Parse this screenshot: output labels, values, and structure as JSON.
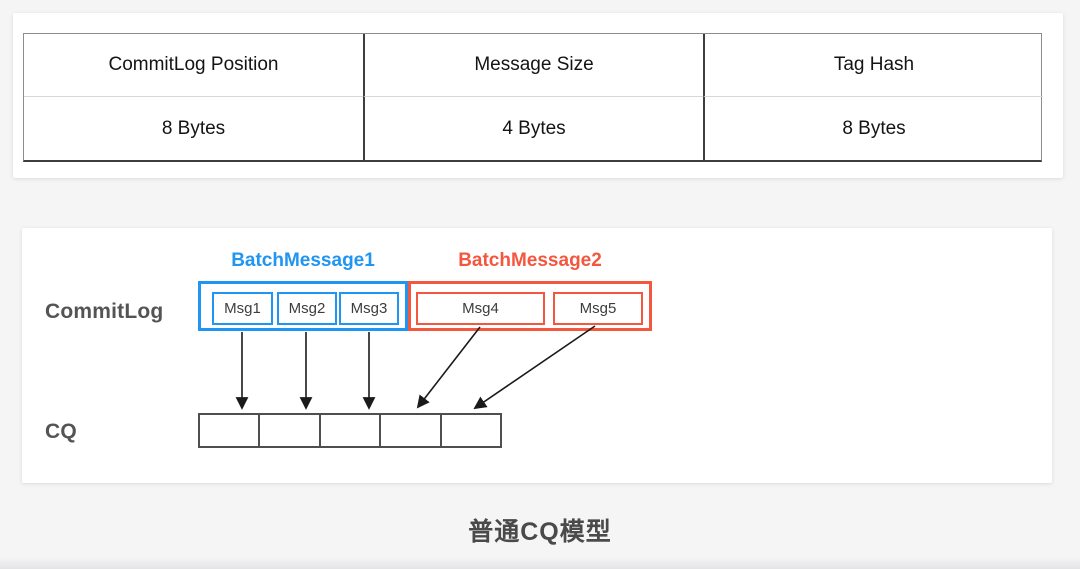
{
  "record_table": {
    "columns": [
      {
        "header": "CommitLog Position",
        "value": "8 Bytes"
      },
      {
        "header": "Message Size",
        "value": "4 Bytes"
      },
      {
        "header": "Tag Hash",
        "value": "8 Bytes"
      }
    ]
  },
  "diagram": {
    "commitlog_label": "CommitLog",
    "cq_label": "CQ",
    "batches": [
      {
        "label": "BatchMessage1",
        "color": "#2095f2",
        "messages": [
          "Msg1",
          "Msg2",
          "Msg3"
        ]
      },
      {
        "label": "BatchMessage2",
        "color": "#f4573e",
        "messages": [
          "Msg4",
          "Msg5"
        ]
      }
    ],
    "cq_slot_count": 5
  },
  "caption": "普通CQ模型",
  "colors": {
    "batch1_blue": "#2095f2",
    "batch2_red": "#f4573e",
    "box_gray": "#4f4f4f",
    "label_gray": "#545454",
    "arrow_black": "#1a1a1a",
    "page_background": "#f5f5f6"
  }
}
